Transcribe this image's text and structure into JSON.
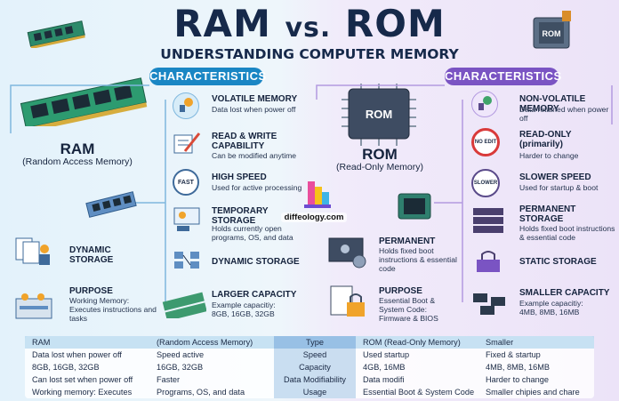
{
  "title": {
    "ram": "RAM",
    "vs": "vs.",
    "rom": "ROM",
    "subtitle": "UNDERSTANDING COMPUTER MEMORY"
  },
  "badges": {
    "left": "CHARACTERISTICS",
    "right": "CHARACTERISTICS"
  },
  "ram_chip": {
    "label": "RAM",
    "sublabel": "(Random Access Memory)"
  },
  "rom_chip": {
    "label": "ROM",
    "sublabel": "(Read-Only Memory)",
    "chip_text": "ROM"
  },
  "ram_items": [
    {
      "title": "VOLATILE MEMORY",
      "desc": "Data lost when power off"
    },
    {
      "title": "READ & WRITE CAPABILITY",
      "desc": "Can be modified anytime"
    },
    {
      "title": "HIGH SPEED",
      "desc": "Used for active processing"
    },
    {
      "title": "TEMPORARY STORAGE",
      "desc": "Holds currently open programs, OS, and data"
    },
    {
      "title": "DYNAMIC STORAGE",
      "desc": ""
    },
    {
      "title": "LARGER CAPACITY",
      "desc": "Example capacitiy: 8GB, 16GB, 32GB"
    }
  ],
  "ram_left_items": [
    {
      "title": "DYNAMIC STORAGE",
      "desc": ""
    },
    {
      "title": "PURPOSE",
      "desc": "Working Memory: Executes instructions and tasks"
    }
  ],
  "rom_items": [
    {
      "title": "NON-VOLATILE MEMORY",
      "desc": "Data retained when power off"
    },
    {
      "title": "READ-ONLY (primarily)",
      "desc": "Harder to change"
    },
    {
      "title": "SLOWER SPEED",
      "desc": "Used for startup & boot"
    },
    {
      "title": "PERMANENT STORAGE",
      "desc": "Holds fixed boot instructions & essential code"
    },
    {
      "title": "STATIC STORAGE",
      "desc": ""
    },
    {
      "title": "SMALLER CAPACITY",
      "desc": "Example capacitiy: 4MB, 8MB, 16MB"
    }
  ],
  "rom_left_items": [
    {
      "title": "PERMANENT",
      "desc": "Holds fixed boot instructions & essential code"
    },
    {
      "title": "PURPOSE",
      "desc": "Essential Boot & System Code: Firmware & BIOS"
    }
  ],
  "icon_texts": {
    "no_edit": "NO EDIT",
    "fast": "FAST",
    "slower": "SLOWER"
  },
  "site": "diffeology.com",
  "table": {
    "rows": [
      [
        "RAM",
        "(Random Access Memory)",
        "Type",
        "ROM (Read-Only Memory)",
        "Smaller"
      ],
      [
        "Data lost when power off",
        "Speed active",
        "Speed",
        "Used startup",
        "Fixed & startup"
      ],
      [
        "8GB, 16GB, 32GB",
        "16GB, 32GB",
        "Capacity",
        "4GB, 16MB",
        "4MB, 8MB, 16MB"
      ],
      [
        "Can lost set when power off",
        "Faster",
        "Data Modifiability",
        "Data modifi",
        "Harder to change"
      ],
      [
        "Working memory: Executes",
        "Programs, OS, and data",
        "Usage",
        "Essential Boot & System Code",
        "Smaller chipies and chare"
      ]
    ]
  },
  "colors": {
    "ram_accent": "#1a86c4",
    "rom_accent": "#7a54c3",
    "title": "#16294a"
  }
}
